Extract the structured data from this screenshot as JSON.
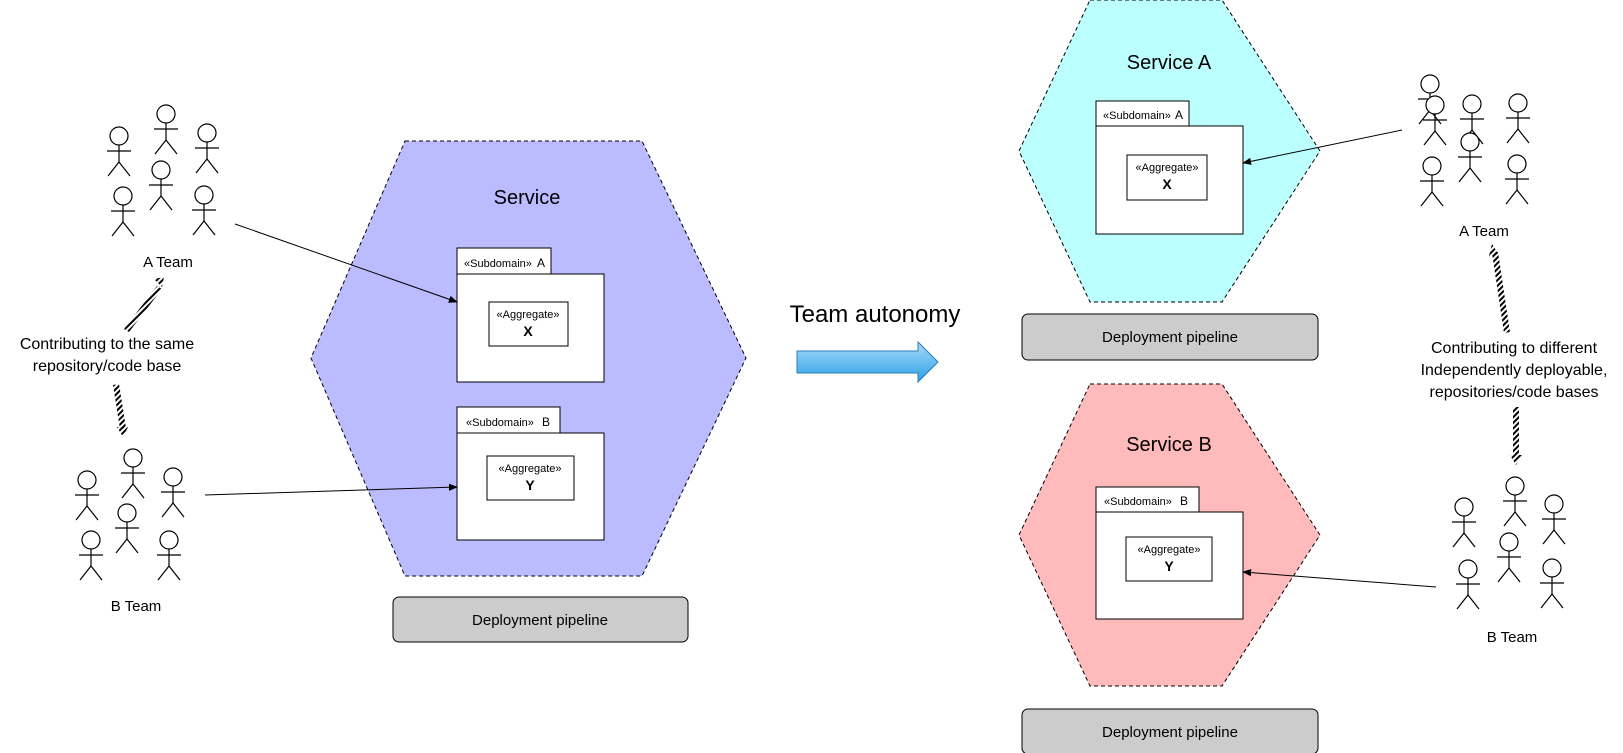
{
  "left": {
    "service_title": "Service",
    "team_a_label": "A Team",
    "team_b_label": "B Team",
    "contribution_line1": "Contributing to the same",
    "contribution_line2": "repository/code base",
    "subdomain_a": {
      "stereotype": "«Subdomain»",
      "name": "A"
    },
    "subdomain_b": {
      "stereotype": "«Subdomain»",
      "name": "B"
    },
    "aggregate_x": {
      "stereotype": "«Aggregate»",
      "name": "X"
    },
    "aggregate_y": {
      "stereotype": "«Aggregate»",
      "name": "Y"
    },
    "pipeline_label": "Deployment pipeline"
  },
  "transition": {
    "label": "Team autonomy"
  },
  "right": {
    "service_a_title": "Service A",
    "service_b_title": "Service B",
    "team_a_label": "A Team",
    "team_b_label": "B Team",
    "contribution_line1": "Contributing to different",
    "contribution_line2": "Independently deployable,",
    "contribution_line3": "repositories/code bases",
    "subdomain_a": {
      "stereotype": "«Subdomain»",
      "name": "A"
    },
    "subdomain_b": {
      "stereotype": "«Subdomain»",
      "name": "B"
    },
    "aggregate_x": {
      "stereotype": "«Aggregate»",
      "name": "X"
    },
    "aggregate_y": {
      "stereotype": "«Aggregate»",
      "name": "Y"
    },
    "pipeline_a_label": "Deployment pipeline",
    "pipeline_b_label": "Deployment pipeline"
  },
  "colors": {
    "service_fill": "#bbbbff",
    "service_a_fill": "#bbffff",
    "service_b_fill": "#ffbbbb",
    "pipeline_fill": "#cccccc",
    "arrow_gradient_top": "#a9dbf8",
    "arrow_gradient_bottom": "#2ba0e8"
  }
}
